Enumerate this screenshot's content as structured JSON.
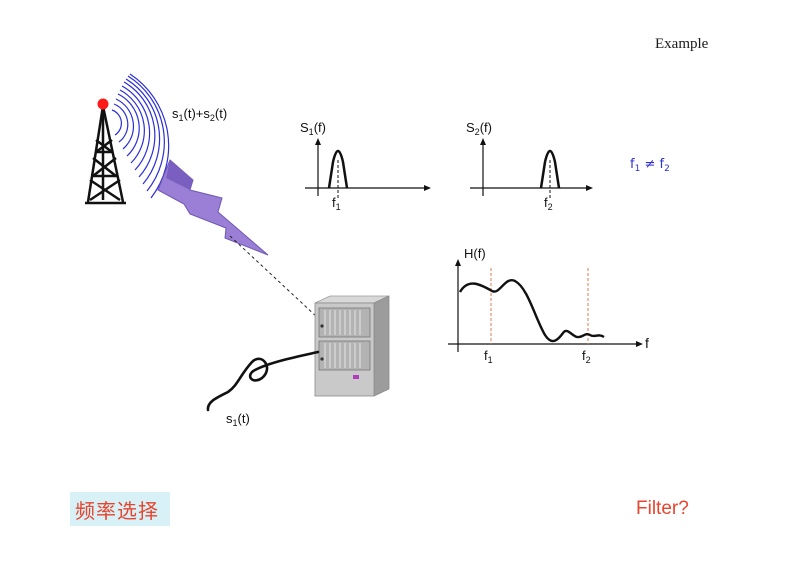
{
  "slide": {
    "header": "Example",
    "bottom_left": "频率选择",
    "bottom_right": "Filter?"
  },
  "antenna": {
    "signal_label_base1": "s",
    "signal_label_sub1": "1",
    "signal_label_mid": "(t)+s",
    "signal_label_sub2": "2",
    "signal_label_tail": "(t)"
  },
  "spectrum1": {
    "title_base": "S",
    "title_sub": "1",
    "title_tail": "(f)",
    "tick_base": "f",
    "tick_sub": "1"
  },
  "spectrum2": {
    "title_base": "S",
    "title_sub": "2",
    "title_tail": "(f)",
    "tick_base": "f",
    "tick_sub": "2"
  },
  "inequality": {
    "lhs_base": "f",
    "lhs_sub": "1",
    "op": " ≠ ",
    "rhs_base": "f",
    "rhs_sub": "2"
  },
  "filter_response": {
    "title": "H(f)",
    "axis_label": "f",
    "tick1_base": "f",
    "tick1_sub": "1",
    "tick2_base": "f",
    "tick2_sub": "2"
  },
  "receiver": {
    "output_base": "s",
    "output_sub": "1",
    "output_tail": "(t)"
  },
  "colors": {
    "accent_red": "#e8442e",
    "wave_blue": "#2b2fd6",
    "bolt_purple": "#9b7fd6",
    "dash_orange": "#e07a52"
  },
  "icons": [
    "antenna-tower-icon",
    "radio-waves-icon",
    "lightning-bolt-icon",
    "receiver-cabinet-icon"
  ]
}
